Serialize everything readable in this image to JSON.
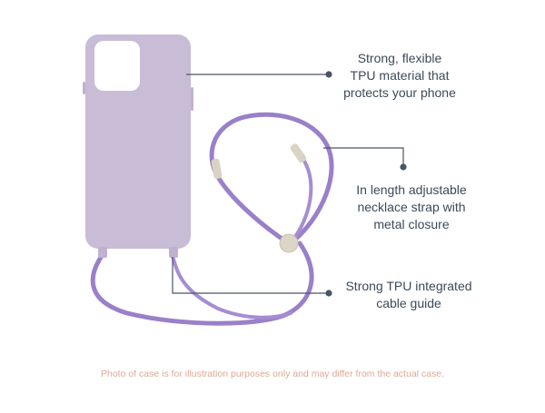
{
  "callouts": {
    "material": "Strong, flexible\nTPU material that\nprotects your phone",
    "strap": "In length adjustable\nnecklace strap with\nmetal closure",
    "guide": "Strong TPU integrated\ncable guide"
  },
  "disclaimer": "Photo of case is for illustration purposes only and may differ from the actual case.",
  "colors": {
    "case": "#c8bcd6",
    "cord": "#9a7fc9",
    "callout_text": "#3b4a5a",
    "leader_line": "#4a5663",
    "disclaimer": "#dca898"
  }
}
